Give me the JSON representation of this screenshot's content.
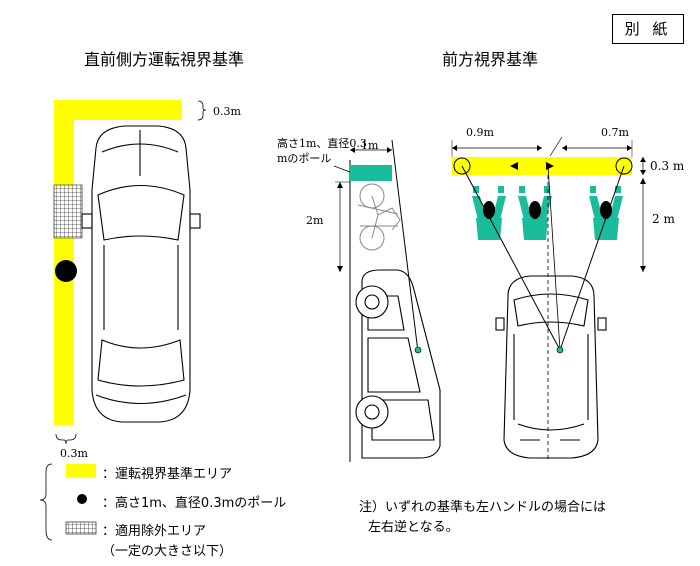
{
  "header": {
    "stamp": "別 紙"
  },
  "left_panel": {
    "title": "直前側方運転視界基準",
    "dim_top": "0.3m",
    "dim_bottom": "0.3m"
  },
  "right_panel": {
    "title": "前方視界基準",
    "pole_label_line1": "高さ1m、直径0.3",
    "pole_label_line2": "mのポール",
    "dim_1m": "1m",
    "dim_2m_left": "2m",
    "dim_09m": "0.9m",
    "dim_07m": "0.7m",
    "dim_03m": "0.3 m",
    "dim_2m_right": "2 m"
  },
  "legend": {
    "area": "：運転視界基準エリア",
    "pole": "：高さ1m、直径0.3mのポール",
    "excluded": "：適用除外エリア",
    "excluded_sub": "（一定の大きさ以下）"
  },
  "note": {
    "line1": "注）いずれの基準も左ハンドルの場合には",
    "line2": "左右逆となる。"
  },
  "colors": {
    "area": "#ffff00",
    "child": "#1abc9c",
    "pole_fill": "#000000"
  }
}
